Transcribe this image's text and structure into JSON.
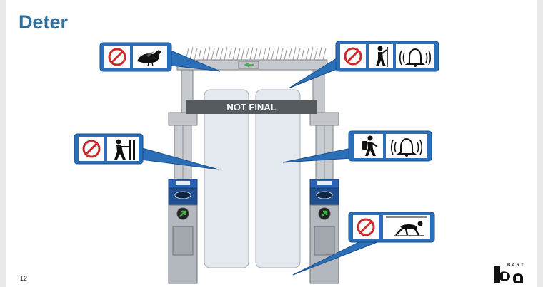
{
  "slide": {
    "title": "Deter",
    "page_number": "12",
    "banner_text": "NOT FINAL"
  },
  "callouts": [
    {
      "id": "top-left",
      "icons": [
        "no-symbol-icon",
        "pigeon-icon"
      ]
    },
    {
      "id": "top-right",
      "icons": [
        "no-symbol-icon",
        "person-climbing-icon",
        "alarm-bell-icon"
      ]
    },
    {
      "id": "mid-left",
      "icons": [
        "no-symbol-icon",
        "person-pushing-icon"
      ]
    },
    {
      "id": "mid-right",
      "icons": [
        "person-hiker-icon",
        "alarm-bell-icon"
      ]
    },
    {
      "id": "bottom-right",
      "icons": [
        "no-symbol-icon",
        "person-crawling-icon"
      ]
    }
  ],
  "logo": {
    "name": "BART",
    "letters": "BART"
  },
  "colors": {
    "accent": "#2f6f9e",
    "callout_fill": "#2a6fb8",
    "callout_border": "#1b4f8c",
    "prohibit_red": "#cc2a2a",
    "gate_blue": "#1f4f8f",
    "arrow_green": "#46b04a"
  }
}
